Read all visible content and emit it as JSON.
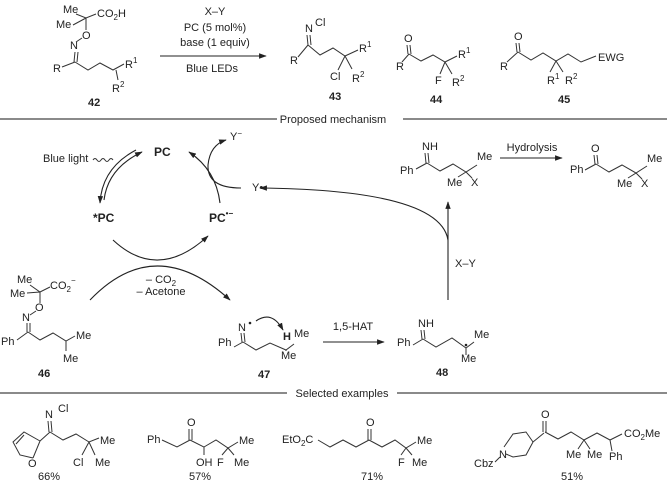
{
  "reaction": {
    "reagent_label": "X–Y",
    "conditions": [
      "PC (5 mol%)",
      "base (1 equiv)"
    ],
    "light": "Blue LEDs",
    "starting_material": {
      "id": "42",
      "labels": [
        "Me",
        "Me",
        "CO2H",
        "O",
        "N",
        "R",
        "R1",
        "R2"
      ]
    },
    "products": [
      {
        "id": "43",
        "labels": [
          "N",
          "Cl",
          "R",
          "R1",
          "Cl",
          "R2"
        ]
      },
      {
        "id": "44",
        "labels": [
          "O",
          "R",
          "R1",
          "F",
          "R2"
        ]
      },
      {
        "id": "45",
        "labels": [
          "O",
          "R",
          "EWG",
          "R1",
          "R2"
        ]
      }
    ]
  },
  "sections": {
    "mechanism": "Proposed mechanism",
    "examples": "Selected examples"
  },
  "mechanism": {
    "pc": "PC",
    "pc_excited": "*PC",
    "pc_reduced": "PC•−",
    "blue_light": "Blue light",
    "y_anion": "Y−",
    "y_radical": "Y•",
    "loss": [
      "– CO2",
      "– Acetone"
    ],
    "hat": "1,5-HAT",
    "xy": "X–Y",
    "hydrolysis": "Hydrolysis",
    "compounds": [
      {
        "id": "46"
      },
      {
        "id": "47"
      },
      {
        "id": "48"
      }
    ]
  },
  "examples": [
    {
      "yield": "66%",
      "labels": [
        "N",
        "Cl",
        "O",
        "Me",
        "Cl",
        "Me"
      ]
    },
    {
      "yield": "57%",
      "labels": [
        "Ph",
        "O",
        "OH",
        "F",
        "Me",
        "Me"
      ]
    },
    {
      "yield": "71%",
      "labels": [
        "EtO2C",
        "O",
        "Me",
        "F",
        "Me"
      ]
    },
    {
      "yield": "51%",
      "labels": [
        "O",
        "Cbz",
        "N",
        "Me",
        "Me",
        "Ph",
        "CO2Me"
      ]
    }
  ]
}
